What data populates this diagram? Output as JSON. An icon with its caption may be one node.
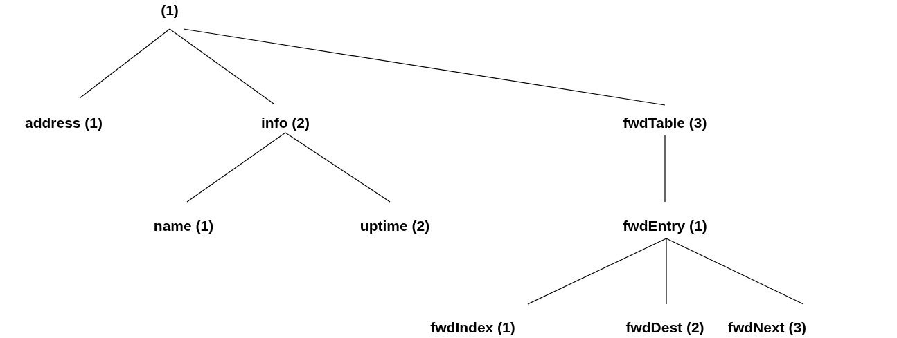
{
  "diagram": {
    "nodes": [
      {
        "text": [
          "(1)"
        ]
      },
      {
        "text": [
          "address (1)"
        ]
      },
      {
        "text": [
          "info (2)"
        ]
      },
      {
        "text": [
          "fwdTable (3)"
        ]
      },
      {
        "text": [
          "name (1)"
        ]
      },
      {
        "text": [
          "uptime (2)"
        ]
      },
      {
        "text": [
          "fwdEntry (1)"
        ]
      },
      {
        "text": [
          "fwdIndex (1)"
        ]
      },
      {
        "text": [
          "fwdDest (2)"
        ]
      },
      {
        "text": [
          "fwdNext (3)"
        ]
      }
    ],
    "edges": [
      {
        "from": 0,
        "to": 1,
        "arrow": "none"
      },
      {
        "from": 0,
        "to": 2,
        "arrow": "none"
      },
      {
        "from": 0,
        "to": 3,
        "arrow": "none"
      },
      {
        "from": 2,
        "to": 4,
        "arrow": "none"
      },
      {
        "from": 2,
        "to": 5,
        "arrow": "none"
      },
      {
        "from": 3,
        "to": 6,
        "arrow": "none"
      },
      {
        "from": 6,
        "to": 7,
        "arrow": "none"
      },
      {
        "from": 6,
        "to": 8,
        "arrow": "none"
      },
      {
        "from": 6,
        "to": 9,
        "arrow": "none"
      }
    ]
  }
}
